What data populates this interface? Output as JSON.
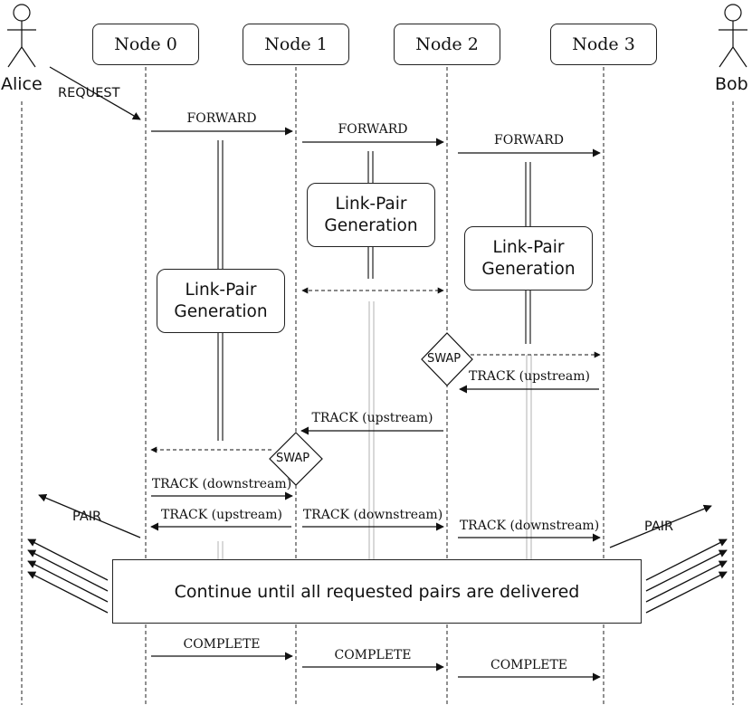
{
  "actors": {
    "alice": "Alice",
    "bob": "Bob"
  },
  "nodes": [
    "Node 0",
    "Node 1",
    "Node 2",
    "Node 3"
  ],
  "messages": {
    "request": "REQUEST",
    "forward": "FORWARD",
    "track_upstream": "TRACK (upstream)",
    "track_downstream": "TRACK (downstream)",
    "pair": "PAIR",
    "complete": "COMPLETE"
  },
  "link_pair_generation": "Link-Pair Generation",
  "swap": "SWAP",
  "banner": "Continue until all requested pairs are delivered"
}
